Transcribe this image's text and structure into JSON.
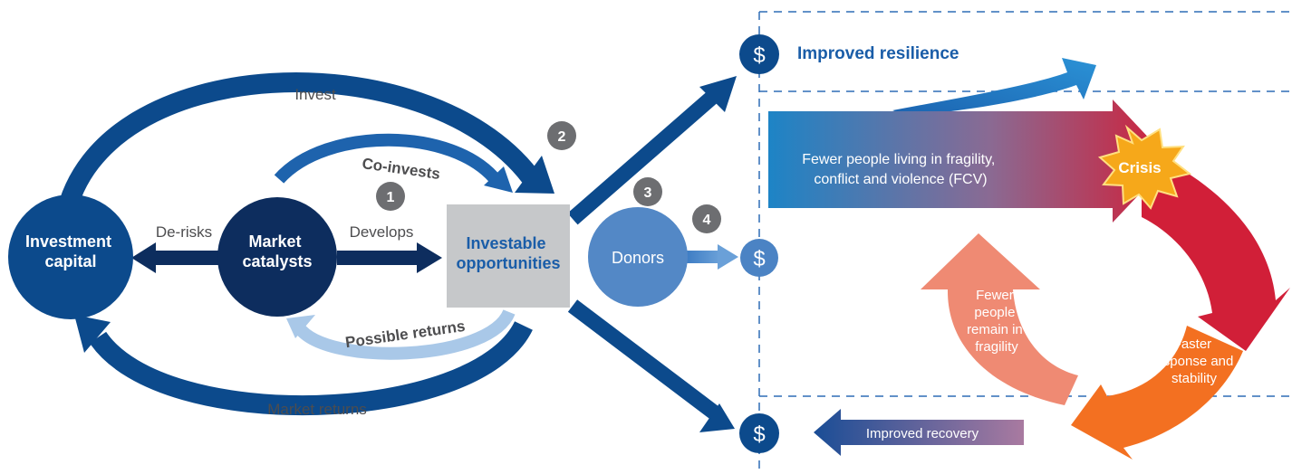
{
  "labels": {
    "investment_capital": [
      "Investment",
      "capital"
    ],
    "market_catalysts": [
      "Market",
      "catalysts"
    ],
    "investable_opportunities": [
      "Investable",
      "opportunities"
    ],
    "donors": "Donors",
    "invest": "Invest",
    "co_invests": "Co-invests",
    "de_risks": "De-risks",
    "develops": "Develops",
    "possible_returns": "Possible returns",
    "market_returns": "Market returns",
    "improved_resilience": "Improved resilience",
    "fewer_fcv": [
      "Fewer people living in fragility,",
      "conflict and violence (FCV)"
    ],
    "crisis": "Crisis",
    "faster_response": [
      "Faster",
      "response and",
      "stability"
    ],
    "fewer_remain": [
      "Fewer",
      "people",
      "remain in",
      "fragility"
    ],
    "improved_recovery": "Improved recovery"
  },
  "step_numbers": [
    "1",
    "2",
    "3",
    "4"
  ],
  "currency_symbol": "$",
  "colors": {
    "navy": "#0d2d5e",
    "dark_blue": "#0c4a8c",
    "mid_blue": "#1e63ad",
    "donor_blue": "#5388c6",
    "light_blue": "#a9c8e8",
    "grey_box": "#c6c8ca",
    "number_badge": "#6d6e71",
    "crisis_orange": "#f6a81a",
    "red": "#d11f38",
    "orange": "#f37021",
    "salmon": "#ef8a73",
    "dashed_line": "#2f6db5"
  }
}
